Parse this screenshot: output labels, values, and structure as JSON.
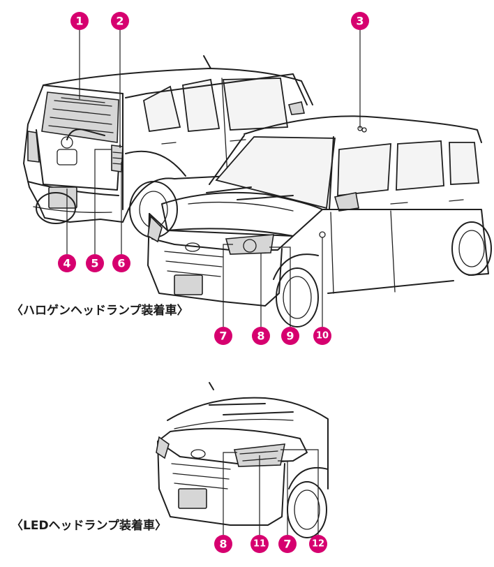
{
  "captions": {
    "halogen": "〈ハロゲンヘッドランプ装着車〉",
    "led": "〈LEDヘッドランプ装着車〉"
  },
  "colors": {
    "marker": "#d6006f",
    "line": "#1f1f1f"
  },
  "markers": {
    "m1": "1",
    "m2": "2",
    "m3": "3",
    "m4": "4",
    "m5": "5",
    "m6": "6",
    "m7": "7",
    "m8": "8",
    "m9": "9",
    "m10": "10",
    "m8b": "8",
    "m11": "11",
    "m7b": "7",
    "m12": "12"
  }
}
